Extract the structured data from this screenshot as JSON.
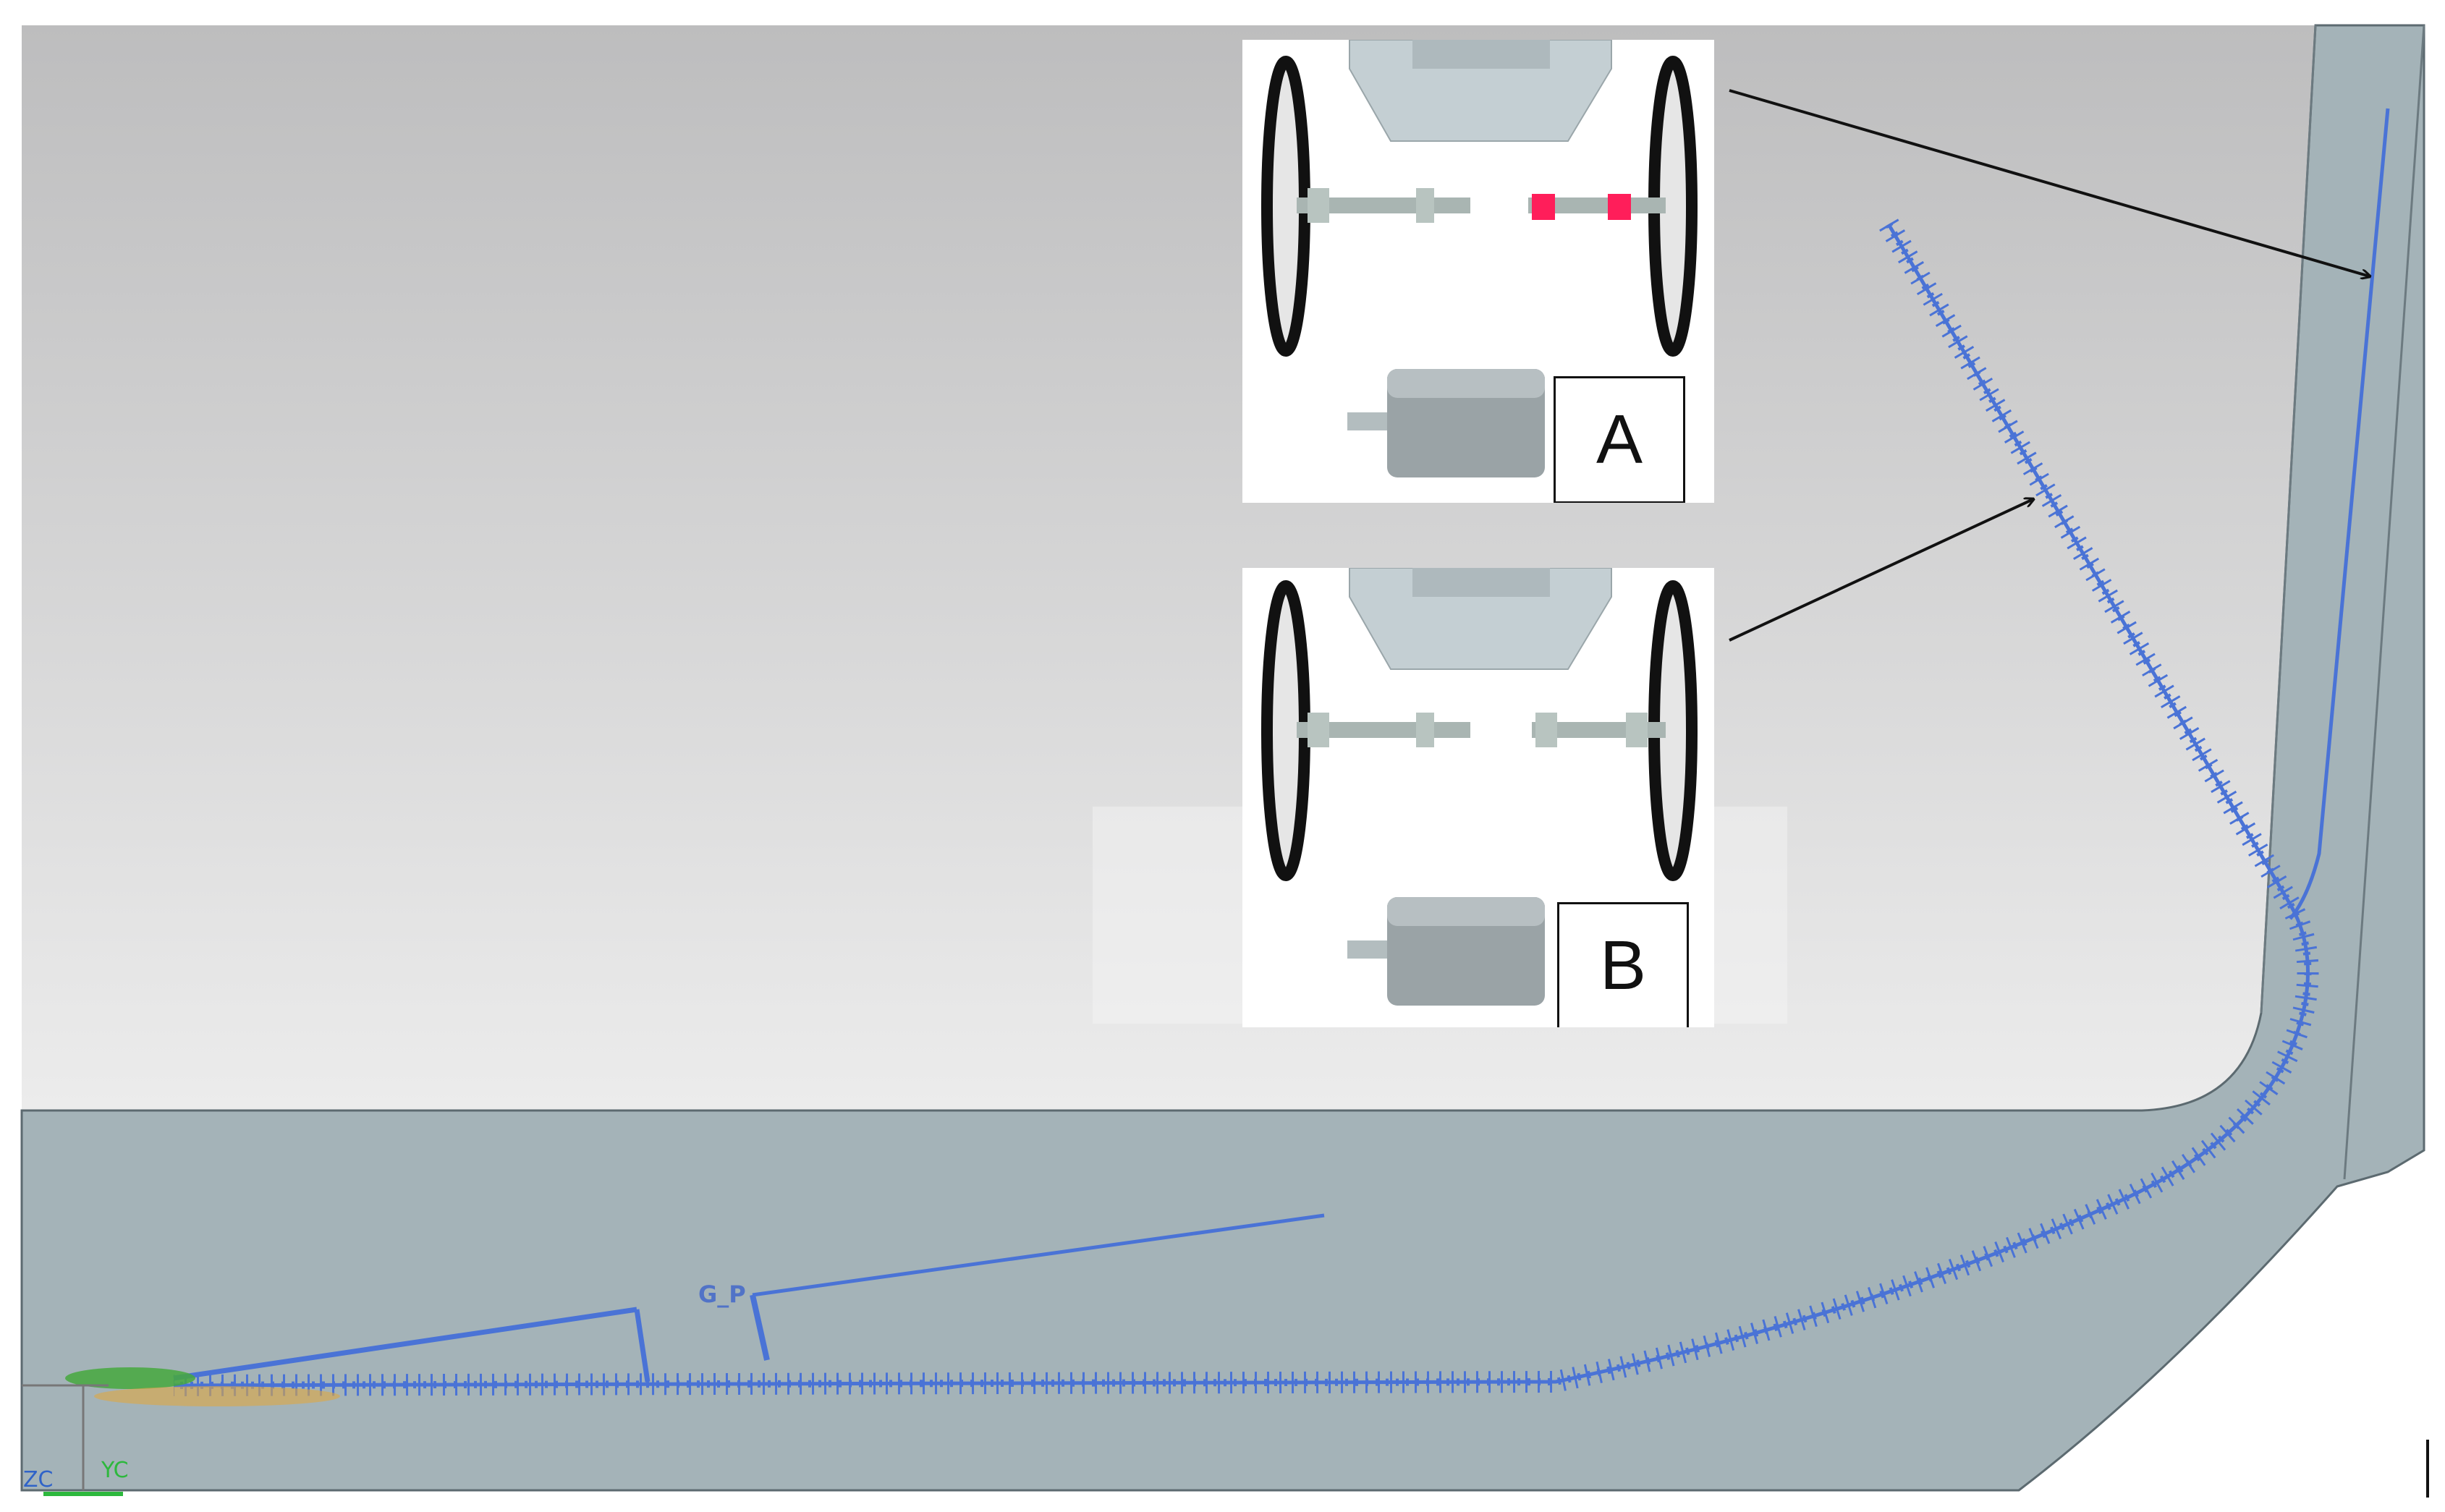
{
  "scene": {
    "label_a": "A",
    "label_b": "B",
    "model_label": "G_P",
    "axis_labels": {
      "yc": "YC",
      "zc": "ZC"
    },
    "colors": {
      "background_top": "#bdbdbe",
      "background_bottom": "#ececec",
      "floor": "#a4b3b8",
      "track": "#4a73d6",
      "highlight_red": "#ff1e5a",
      "motor": "#9aa3a6"
    },
    "icons": [
      "arrow-icon",
      "wheel-icon",
      "motor-icon",
      "axle-icon",
      "coordinate-triad-icon"
    ]
  }
}
